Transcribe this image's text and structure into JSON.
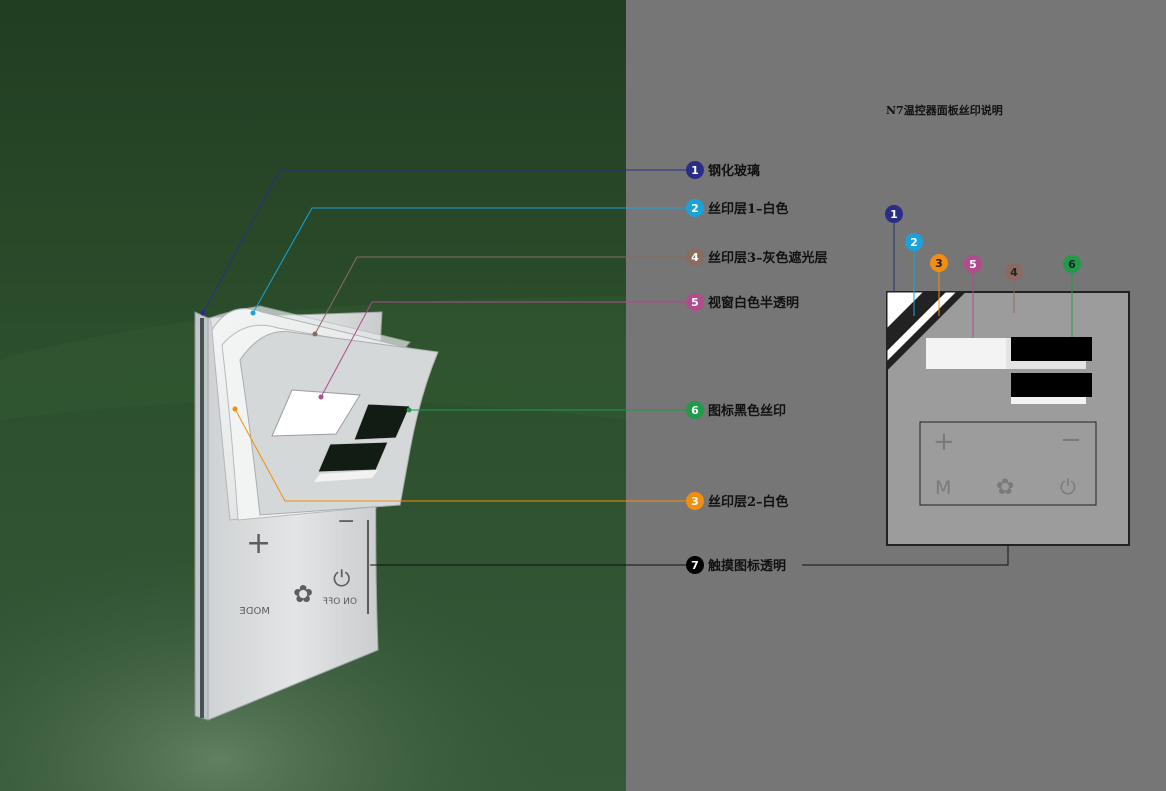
{
  "diagram_title": "N7温控器面板丝印说明",
  "colors": {
    "badge1": "#2a2d86",
    "badge2": "#1aa2dc",
    "badge3": "#f28e0f",
    "badge4": "#8b6b60",
    "badge5": "#b04b8c",
    "badge6": "#1f9b4a",
    "badge7": "#000000"
  },
  "callouts": [
    {
      "num": "1",
      "label": "钢化玻璃"
    },
    {
      "num": "2",
      "label": "丝印层1–白色"
    },
    {
      "num": "4",
      "label": "丝印层3–灰色遮光层"
    },
    {
      "num": "5",
      "label": "视窗白色半透明"
    },
    {
      "num": "6",
      "label": "图标黑色丝印"
    },
    {
      "num": "3",
      "label": "丝印层2–白色"
    },
    {
      "num": "7",
      "label": "触摸图标透明"
    }
  ],
  "schematic_badges": [
    "1",
    "2",
    "3",
    "5",
    "4",
    "6"
  ],
  "panel_icons": {
    "plus": "plus-icon",
    "minus": "minus-icon",
    "mode": "M",
    "fan": "fan-icon",
    "power": "power-icon"
  },
  "render_icons": {
    "mode_text": "MODE",
    "onoff_text": "ON OFF"
  }
}
